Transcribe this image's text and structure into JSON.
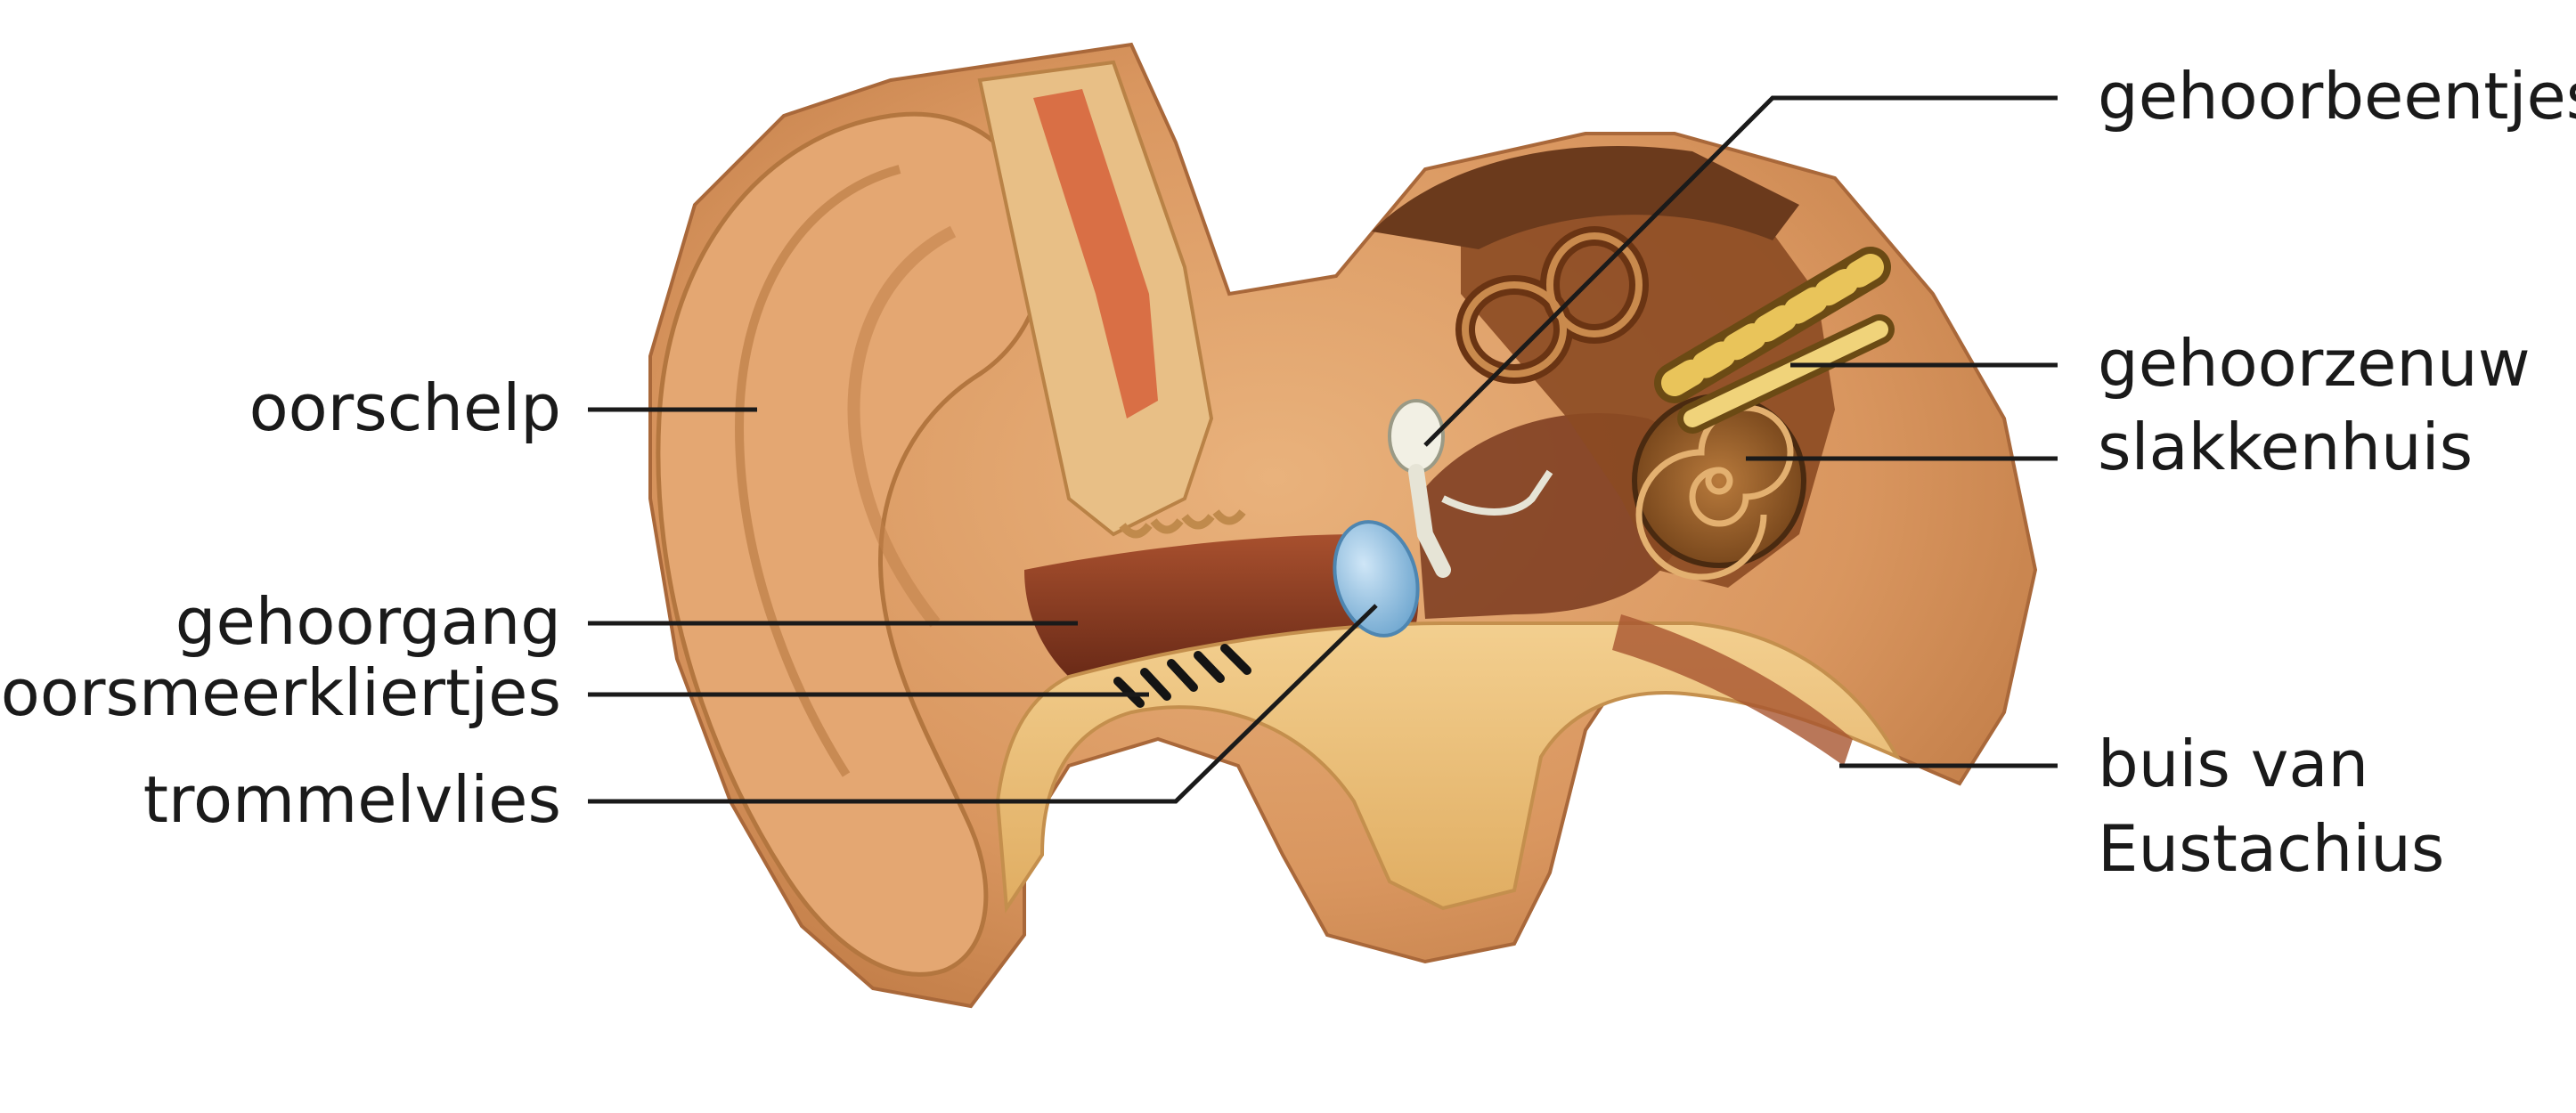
{
  "diagram": {
    "subject": "",
    "labels": {
      "gehoorbeentjes": "gehoorbeentjes",
      "gehoorzenuw": "gehoorzenuw",
      "slakkenhuis": "slakkenhuis",
      "buis_line1": "buis van",
      "buis_line2": "Eustachius",
      "oorschelp": "oorschelp",
      "gehoorgang": "gehoorgang",
      "oorsmeerkliertjes": "oorsmeerkliertjes",
      "trommelvlies": "trommelvlies"
    }
  }
}
